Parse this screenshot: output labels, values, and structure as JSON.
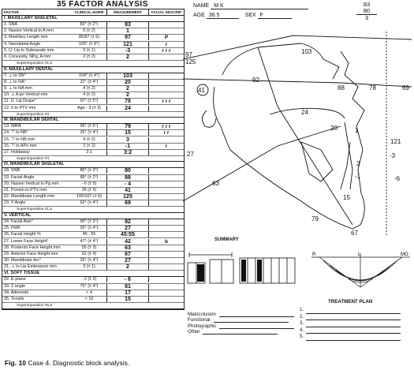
{
  "title": "35 FACTOR ANALYSIS",
  "columns": {
    "factor": "FACTOR",
    "clinical_norm": "CLINICAL NORM",
    "measurement": "MEASUREMENT",
    "facial_descrip": "FACIAL DESCRIP"
  },
  "sections": [
    {
      "title": "I. MAXILLARY SKELETAL",
      "rows": [
        {
          "factor": "1. SNA",
          "norm": "82° (± 2°)",
          "meas": "83",
          "desc": ""
        },
        {
          "factor": "2. Nasion Vertical to A mm",
          "norm": "0 (± 2)",
          "meas": "1",
          "desc": ""
        },
        {
          "factor": "3. Maxillary Length mm",
          "norm": "85/87 (± 6)",
          "meas": "97",
          "desc": "P"
        },
        {
          "factor": "4. Nasolabial Angle",
          "norm": "105° (± 8°)",
          "meas": "121",
          "desc": "r"
        },
        {
          "factor": "5. U. Lip to Subnasale mm",
          "norm": "0 (± 1)",
          "meas": "-3",
          "desc": "r r r"
        },
        {
          "factor": "6. Convexity, NPg, A mm",
          "norm": "2 (± 2)",
          "meas": "2",
          "desc": ""
        }
      ],
      "sup": "Superimposition #1,5"
    },
    {
      "title": "II. MAXILLARY DENTAL",
      "rows": [
        {
          "factor": "7. ⊥ to SN°",
          "norm": "104° (± 4°)",
          "meas": "103",
          "desc": ""
        },
        {
          "factor": "8. ⊥ to NA°",
          "norm": "22° (± 4°)",
          "meas": "20",
          "desc": ""
        },
        {
          "factor": "9. ⊥ to NA mm",
          "norm": "4 (± 2)",
          "meas": "2",
          "desc": ""
        },
        {
          "factor": "10. ⊥ A po Vertical mm",
          "norm": "4 (± 2)",
          "meas": "2",
          "desc": ""
        },
        {
          "factor": "11. U. Lip Drape°",
          "norm": "97° (± 5°)",
          "meas": "78",
          "desc": "r r r"
        },
        {
          "factor": "12. 6 to PTV mm",
          "norm": "Age - 3 (± 3)",
          "meas": "24",
          "desc": ""
        }
      ],
      "sup": "Superimposition #3"
    },
    {
      "title": "III. MANDIBULAR DENTAL",
      "rows": [
        {
          "factor": "13. IMPA",
          "norm": "95° (± 5°)",
          "meas": "79",
          "desc": "r r r"
        },
        {
          "factor": "14. ⊤ to NB°",
          "norm": "25° (± 4°)",
          "meas": "15",
          "desc": "r r"
        },
        {
          "factor": "15. ⊤ to NB mm",
          "norm": "4 (± 2)",
          "meas": "3",
          "desc": ""
        },
        {
          "factor": "16. ⊤ to APo mm",
          "norm": "2 (± 2)",
          "meas": "-1",
          "desc": "r"
        },
        {
          "factor": "17. Holdaway",
          "norm": "2:1",
          "meas": "3:2",
          "desc": ""
        }
      ],
      "sup": "Superimposition #4"
    },
    {
      "title": "IV. MANDIBULAR SKELETAL",
      "rows": [
        {
          "factor": "18. SNB",
          "norm": "80° (± 2°)",
          "meas": "80",
          "desc": ""
        },
        {
          "factor": "19. Facial Angle",
          "norm": "89° (± 2°)",
          "meas": "88",
          "desc": ""
        },
        {
          "factor": "20. Nasion Vertical to Pg mm",
          "norm": "- 6 (± 5)",
          "meas": "- 4",
          "desc": ""
        },
        {
          "factor": "21. Ponion to PTV mm",
          "norm": "35 (± 5)",
          "meas": "41",
          "desc": ""
        },
        {
          "factor": "22. Mandibular Length mm",
          "norm": "105/107 (± 6)",
          "meas": "125",
          "desc": ""
        },
        {
          "factor": "23. Y Angle",
          "norm": "62° (± 4°)",
          "meas": "69",
          "desc": ""
        }
      ],
      "sup": "Superimposition #1,5"
    },
    {
      "title": "V. VERTICAL",
      "rows": [
        {
          "factor": "24. Facial Axis°",
          "norm": "90° (± 3°)",
          "meas": "92",
          "desc": ""
        },
        {
          "factor": "25. FMA",
          "norm": "26° (± 4°)",
          "meas": "27",
          "desc": ""
        },
        {
          "factor": "26. Facial Height %",
          "norm": "45 : 55",
          "meas": "45:55",
          "desc": ""
        },
        {
          "factor": "27. Lower Face Height°",
          "norm": "47° (± 4°)",
          "meas": "42",
          "desc": "b"
        },
        {
          "factor": "28. Posterior Face Height mm",
          "norm": "55 (± 3)",
          "meas": "63",
          "desc": ""
        },
        {
          "factor": "29. Anterior Face Height mm",
          "norm": "62 (± 4)",
          "meas": "67",
          "desc": ""
        },
        {
          "factor": "30. Mandibular Arc°",
          "norm": "26° (± 4°)",
          "meas": "27",
          "desc": ""
        },
        {
          "factor": "31. ⊥ to Lip Embrasure mm",
          "norm": "3 (± 1)",
          "meas": "2",
          "desc": ""
        }
      ],
      "sup": ""
    },
    {
      "title": "VI. SOFT TISSUE",
      "rows": [
        {
          "factor": "32. E-plane",
          "norm": "- 2 (± 2)",
          "meas": "- 6",
          "desc": ""
        },
        {
          "factor": "33. Z angle",
          "norm": "75° (± 4°)",
          "meas": "81",
          "desc": ""
        },
        {
          "factor": "34. Adenoids",
          "norm": "< 4",
          "meas": "17",
          "desc": ""
        },
        {
          "factor": "35. Tonsils",
          "norm": "> 10",
          "meas": "15",
          "desc": ""
        }
      ],
      "sup": "Superimposition #5,8"
    }
  ],
  "patient": {
    "name_label": "NAME",
    "name": "M K",
    "age_label": "AGE",
    "age": "36.5",
    "sex_label": "SEX",
    "sex": "F"
  },
  "top_right_numbers": [
    "83",
    "80",
    "3"
  ],
  "ceph_labels": [
    "97",
    "125",
    "103",
    "92",
    "41",
    "88",
    "78",
    "69",
    "24",
    "20",
    "1",
    "15",
    "27",
    "63",
    "121",
    "79",
    "67",
    "-6",
    "-3",
    "-1",
    "2"
  ],
  "summary_title": "SUMMARY",
  "fan_labels": {
    "left": "R",
    "right": "MO",
    "center": "L"
  },
  "diagnosis": [
    "Malocclusion",
    "Functional",
    "Photographic",
    "Other"
  ],
  "treatment_plan_title": "TREATMENT PLAN",
  "treatment_plan_items": [
    "1.",
    "2.",
    "3.",
    "4.",
    "5."
  ],
  "caption": {
    "fig": "Fig. 10",
    "text": "Case 4. Diagnostic block analysis."
  }
}
